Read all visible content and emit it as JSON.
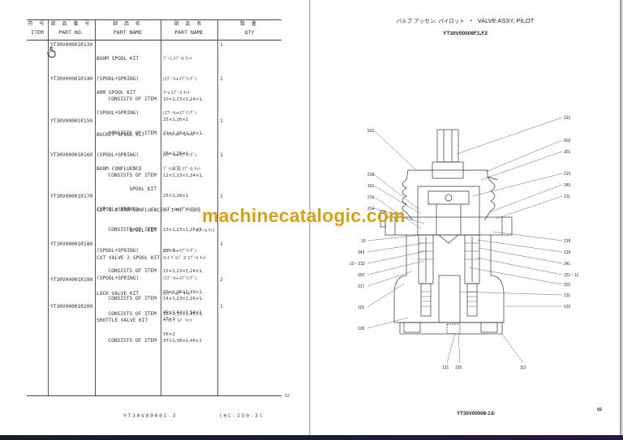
{
  "left_page": {
    "table_header": {
      "item": {
        "jp": "符 号",
        "en": "ITEM"
      },
      "part_no": {
        "jp": "部 品 番 号",
        "en": "PART NO."
      },
      "part_name_en": {
        "jp": "部 品 名",
        "en": "PART NAME"
      },
      "part_name_jp": {
        "jp": "部 品 名",
        "en": "PART NAME"
      },
      "qty": {
        "jp": "数 量",
        "en": "QTY"
      }
    },
    "rows": [
      {
        "part_no": "YT30V00001R130",
        "name_lines": [
          "BOOM SPOOL KIT",
          "(SPOOL+SPRING)"
        ],
        "consists": "CONSISTS OF ITEM",
        "jp_lines": [
          "ﾌﾞｰﾑ ｽﾌﾟｰﾙ ｷｯﾄ",
          "(ｽﾌﾟｰﾙ+ｽﾌﾟﾘﾝｸﾞ)",
          "10×1,23×1,24×1,",
          "25×1,26×1"
        ],
        "qty": "1"
      },
      {
        "part_no": "YT30V00001R140",
        "name_lines": [
          "ARM SPOOL KIT",
          "(SPOOL+SPRING)"
        ],
        "consists": "CONSISTS OF ITEM",
        "jp_lines": [
          "ｱｰﾑ ｽﾌﾟｰﾙ ｷｯﾄ",
          "(ｽﾌﾟｰﾙ+ｽﾌﾟﾘﾝｸﾞ)",
          "11×1,23×1,24×1,",
          "25×1,26×1"
        ],
        "qty": "1"
      },
      {
        "part_no": "YT30V00001R150",
        "name_lines": [
          "BUCKET SPOOL KIT",
          "(SPOOL+SPRING)"
        ],
        "consists": "CONSISTS OF ITEM",
        "jp_lines": [
          "ﾊﾞｹｯﾄ ｽﾌﾟｰﾙ ｷｯﾄ",
          "(ｽﾌﾟｰﾙ+ｽﾌﾟﾘﾝｸﾞ)",
          "12×1,23×1,24×1,",
          "25×1,26×1"
        ],
        "qty": "1"
      },
      {
        "part_no": "YT30V00001R160",
        "name_lines": [
          "BOOM CONFLUENCE",
          "        SPOOL KIT",
          "(SPOOL+SPRING)"
        ],
        "consists": "CONSISTS OF ITEM",
        "jp_lines": [
          "ﾌﾞｰﾑ合流 ｽﾌﾟｰﾙ ｷｯﾄ",
          "",
          "(ｽﾌﾟｰﾙ+ｽﾌﾟﾘﾝｸﾞ)",
          "13×1,23×1,26×1,",
          "27×1"
        ],
        "qty": "1"
      },
      {
        "part_no": "YT30V00001R170",
        "name_lines": [
          "CUT 1 & ARM CONFLUENCE",
          "        SPOOL KIT",
          "(SPOOL+SPRING)"
        ],
        "consists": "CONSISTS OF ITEM",
        "jp_lines": [
          "ｶｯﾄ 1 ｵﾖﾋﾞ ｱｰﾑ合流",
          "       ｽﾌﾟｰﾙ ｷｯﾄ",
          "(ｽﾌﾟｰﾙ+ｽﾌﾟﾘﾝｸﾞ)",
          "15×1,23×1,24×1,",
          "25×1,26×1,39×1,",
          "40×1,42×1,54×1"
        ],
        "qty": "1"
      },
      {
        "part_no": "YT30V00001R180",
        "name_lines": [
          "CUT VALVE 2 SPOOL KIT",
          "(SPOOL+SPRING)"
        ],
        "consists": "CONSISTS OF ITEM",
        "jp_lines": [
          "ｶｯﾄ ﾊﾞﾙﾌﾞ 2 ｽﾌﾟｰﾙ ｷｯﾄ",
          "(ｽﾌﾟｰﾙ+ｽﾌﾟﾘﾝｸﾞ)",
          "14×1,23×1,26×1,",
          "27×1"
        ],
        "qty": "1"
      },
      {
        "part_no": "YT30V00001R190",
        "name_lines": [
          "LOCK VALVE KIT"
        ],
        "consists": "CONSISTS OF ITEM",
        "jp_lines": [
          "ﾛｯｸ ﾊﾞﾙﾌﾞ ｷｯﾄ",
          "16×1,33×1,45×1,",
          "56×1"
        ],
        "qty": "2"
      },
      {
        "part_no": "YT30V00001R200",
        "name_lines": [
          "SHUTTLE VALVE KIT"
        ],
        "consists": "CONSISTS OF ITEM",
        "jp_lines": [
          "ｼｬﾄﾙ ﾊﾞﾙﾌﾞ ｷｯﾄ",
          "37×1,38×1,46×1"
        ],
        "qty": "1"
      }
    ],
    "end_mark": "02",
    "footer_code": "YT30V00001-3",
    "footer_ref": "(HC-250-3)"
  },
  "right_page": {
    "title_jp": "バルブ アッセン, パイロット",
    "title_sep": "・",
    "title_en": "VALVE ASSY, PILOT",
    "subtitle": "YT30V00008F1,F2",
    "callouts_left": [
      "501",
      "218",
      "151",
      "215",
      "214",
      "10",
      "342",
      "10・222",
      "202",
      "217",
      "101",
      "126"
    ],
    "callouts_right": [
      "312",
      "502",
      "301",
      "212",
      "240",
      "211",
      "218",
      "216",
      "241",
      "221・11",
      "201",
      "131",
      "122"
    ],
    "callouts_bottom": [
      "121",
      "125",
      "111"
    ],
    "footer_code": "YT30V00008-1①",
    "page_number": "02"
  },
  "watermark": {
    "text": "machinecatalogic.com",
    "color": "#d4a217"
  }
}
